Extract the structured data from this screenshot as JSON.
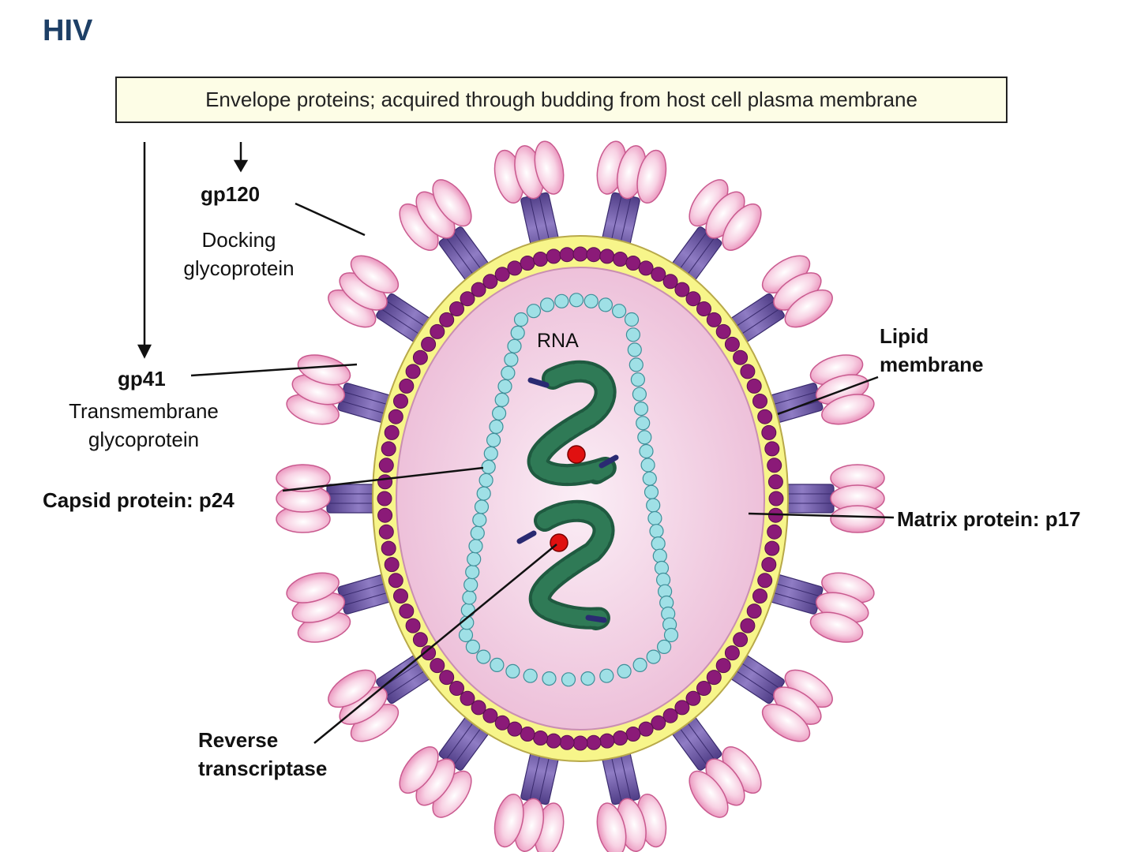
{
  "title": "HIV",
  "envelope_box": "Envelope proteins; acquired through budding from host cell plasma membrane",
  "labels": {
    "gp120": "gp120",
    "gp120_desc_1": "Docking",
    "gp120_desc_2": "glycoprotein",
    "gp41": "gp41",
    "gp41_desc_1": "Transmembrane",
    "gp41_desc_2": "glycoprotein",
    "capsid": "Capsid protein: p24",
    "rt_1": "Reverse",
    "rt_2": "transcriptase",
    "lipid_1": "Lipid",
    "lipid_2": "membrane",
    "matrix": "Matrix protein: p17",
    "rna": "RNA"
  },
  "colors": {
    "envelope_yellow": "#f7f58a",
    "interior_pink": "#f2cde2",
    "matrix_purple": "#8b1a78",
    "capsid_cyan": "#9fe0e6",
    "rna_green": "#1f5a40",
    "rt_red": "#e01010",
    "spike_purple": "#6e57a8",
    "knob_pink": "#f4b8d2"
  }
}
